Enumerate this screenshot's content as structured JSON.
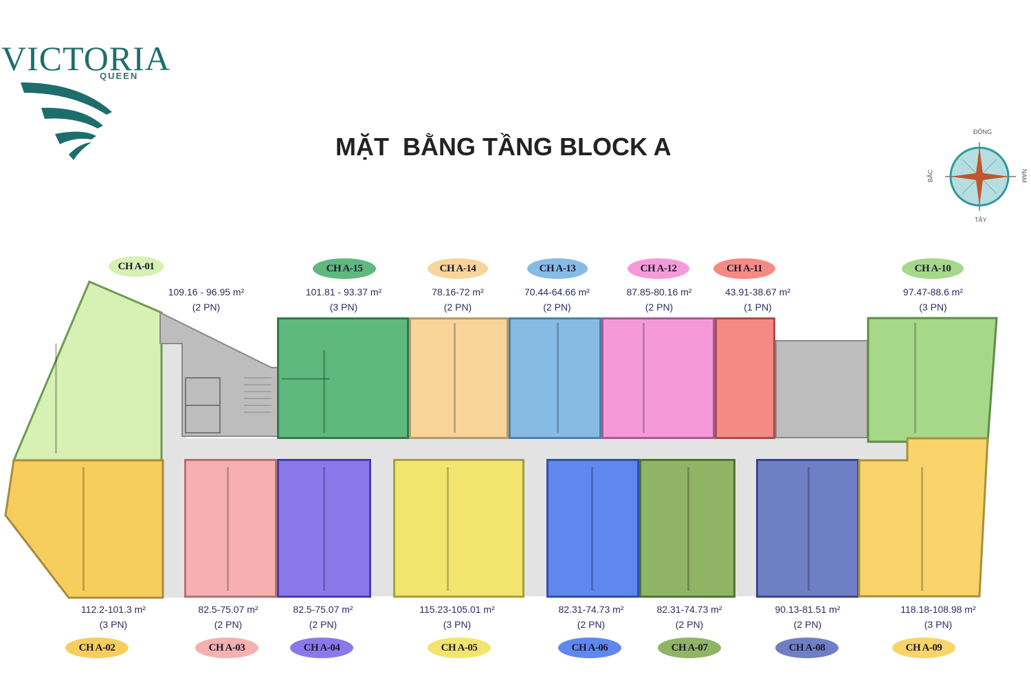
{
  "logo": {
    "name": "VICTORIA",
    "subname": "QUEEN",
    "color": "#1e6d6d"
  },
  "title": "MẶT  BẰNG TẦNG BLOCK A",
  "compass": {
    "north": "ĐÔNG",
    "south": "TÂY",
    "west": "BẮC",
    "east": "NAM",
    "ring_color": "#2e9a9a",
    "fill_color": "#b6dde0",
    "needle_color": "#c0562b"
  },
  "units_top": [
    {
      "code": "CH A-01",
      "area": "109.16 - 96.95 m²",
      "rooms": "(2 PN)",
      "color": "#d7f0b4"
    },
    {
      "code": "CH A-15",
      "area": "101.81 - 93.37 m²",
      "rooms": "(3 PN)",
      "color": "#5fb87e"
    },
    {
      "code": "CH A-14",
      "area": "78.16-72 m²",
      "rooms": "(2 PN)",
      "color": "#f8d49b"
    },
    {
      "code": "CH A-13",
      "area": "70.44-64.66 m²",
      "rooms": "(2 PN)",
      "color": "#86bbe6"
    },
    {
      "code": "CH A-12",
      "area": "87.85-80.16 m²",
      "rooms": "(2 PN)",
      "color": "#f59ad9"
    },
    {
      "code": "CH A-11",
      "area": "43.91-38.67 m²",
      "rooms": "(1 PN)",
      "color": "#f58a84"
    },
    {
      "code": "CH A-10",
      "area": "97.47-88.6 m²",
      "rooms": "(3 PN)",
      "color": "#a6d88a"
    }
  ],
  "units_bottom": [
    {
      "code": "CH A-02",
      "area": "112.2-101.3 m²",
      "rooms": "(3 PN)",
      "color": "#f7cd5e"
    },
    {
      "code": "CH A-03",
      "area": "82.5-75.07 m²",
      "rooms": "(2 PN)",
      "color": "#f6b0b0"
    },
    {
      "code": "CH A-04",
      "area": "82.5-75.07 m²",
      "rooms": "(2 PN)",
      "color": "#8b78ea"
    },
    {
      "code": "CH A-05",
      "area": "115.23-105.01 m²",
      "rooms": "(3 PN)",
      "color": "#f2e56d"
    },
    {
      "code": "CH A-06",
      "area": "82.31-74.73 m²",
      "rooms": "(2 PN)",
      "color": "#5f87ee"
    },
    {
      "code": "CH A-07",
      "area": "82.31-74.73 m²",
      "rooms": "(2 PN)",
      "color": "#8fb465"
    },
    {
      "code": "CH A-08",
      "area": "90.13-81.51 m²",
      "rooms": "(2 PN)",
      "color": "#6f7fc6"
    },
    {
      "code": "CH A-09",
      "area": "118.18-108.98 m²",
      "rooms": "(3 PN)",
      "color": "#f8d46a"
    }
  ]
}
